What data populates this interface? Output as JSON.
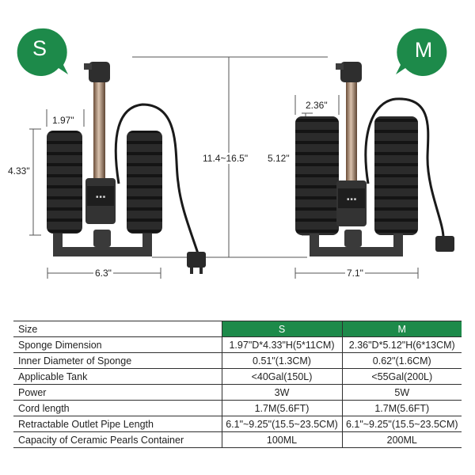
{
  "colors": {
    "brand_green": "#1d8a4a",
    "sponge": "#2a2a2a",
    "pipe": "#3a3a3a"
  },
  "badges": {
    "small": "S",
    "medium": "M"
  },
  "dimensions": {
    "s_width": "1.97\"",
    "s_height": "4.33\"",
    "s_base": "6.3\"",
    "center_range": "11.4~16.5\"",
    "m_width": "2.36\"",
    "m_height": "5.12\"",
    "m_base": "7.1\""
  },
  "table": {
    "header": {
      "label": "Size",
      "s": "S",
      "m": "M"
    },
    "rows": [
      {
        "label": "Sponge Dimension",
        "s": "1.97\"D*4.33\"H(5*11CM)",
        "m": "2.36\"D*5.12\"H(6*13CM)"
      },
      {
        "label": "Inner Diameter of Sponge",
        "s": "0.51\"(1.3CM)",
        "m": "0.62\"(1.6CM)"
      },
      {
        "label": "Applicable Tank",
        "s": "<40Gal(150L)",
        "m": "<55Gal(200L)"
      },
      {
        "label": "Power",
        "s": "3W",
        "m": "5W"
      },
      {
        "label": "Cord length",
        "s": "1.7M(5.6FT)",
        "m": "1.7M(5.6FT)"
      },
      {
        "label": "Retractable Outlet Pipe Length",
        "s": "6.1\"~9.25\"(15.5~23.5CM)",
        "m": "6.1\"~9.25\"(15.5~23.5CM)"
      },
      {
        "label": "Capacity of Ceramic Pearls Container",
        "s": "100ML",
        "m": "200ML"
      }
    ]
  }
}
